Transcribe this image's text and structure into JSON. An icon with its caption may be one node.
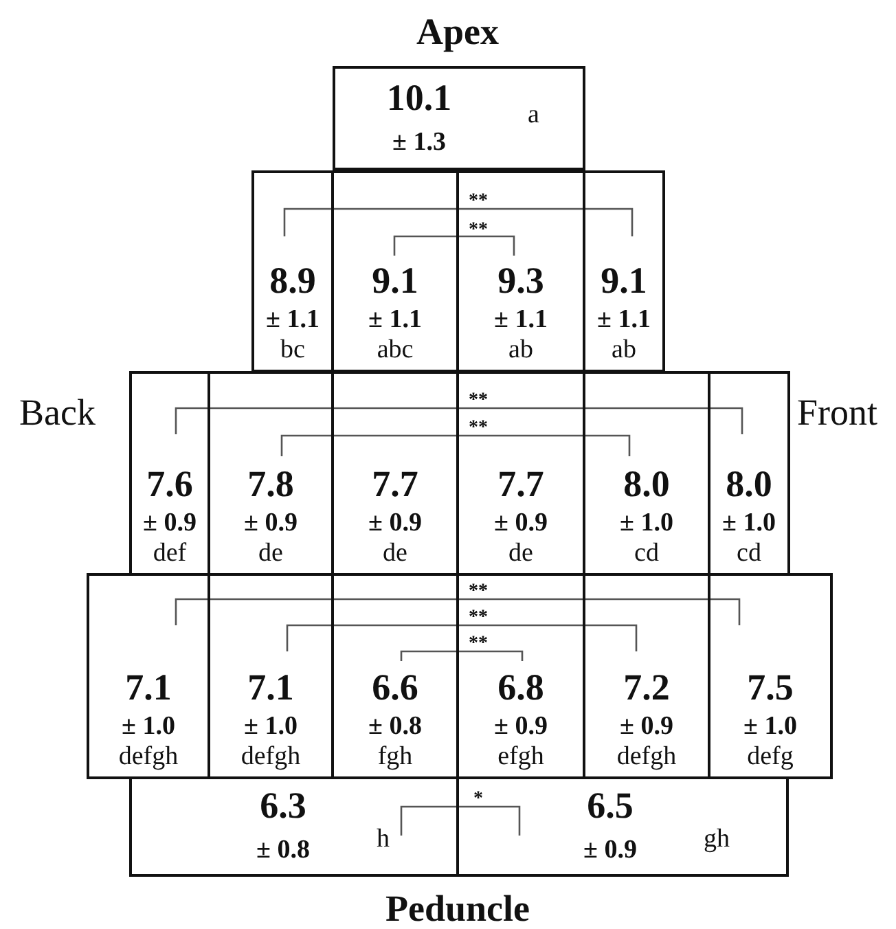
{
  "diagram": {
    "nodes": [
      {
        "text": [
          "10.1",
          "± 1.3",
          "a"
        ]
      },
      {
        "text": [
          "8.9",
          "± 1.1",
          "bc"
        ]
      },
      {
        "text": [
          "9.1",
          "± 1.1",
          "abc"
        ]
      },
      {
        "text": [
          "9.3",
          "± 1.1",
          "ab"
        ]
      },
      {
        "text": [
          "9.1",
          "± 1.1",
          "ab"
        ]
      },
      {
        "text": [
          "7.6",
          "± 0.9",
          "def"
        ]
      },
      {
        "text": [
          "7.8",
          "± 0.9",
          "de"
        ]
      },
      {
        "text": [
          "7.7",
          "± 0.9",
          "de"
        ]
      },
      {
        "text": [
          "7.7",
          "± 0.9",
          "de"
        ]
      },
      {
        "text": [
          "8.0",
          "± 1.0",
          "cd"
        ]
      },
      {
        "text": [
          "8.0",
          "± 1.0",
          "cd"
        ]
      },
      {
        "text": [
          "7.1",
          "± 1.0",
          "defgh"
        ]
      },
      {
        "text": [
          "7.1",
          "± 1.0",
          "defgh"
        ]
      },
      {
        "text": [
          "6.6",
          "± 0.8",
          "fgh"
        ]
      },
      {
        "text": [
          "6.8",
          "± 0.9",
          "efgh"
        ]
      },
      {
        "text": [
          "7.2",
          "± 0.9",
          "defgh"
        ]
      },
      {
        "text": [
          "7.5",
          "± 1.0",
          "defg"
        ]
      },
      {
        "text": [
          "6.3",
          "± 0.8",
          "h"
        ]
      },
      {
        "text": [
          "6.5",
          "± 0.9",
          "gh"
        ]
      }
    ],
    "labels": [
      "Apex",
      "**",
      "**",
      "Back",
      "Front",
      "**",
      "**",
      "**",
      "**",
      "**",
      "*",
      "Peduncle"
    ]
  }
}
